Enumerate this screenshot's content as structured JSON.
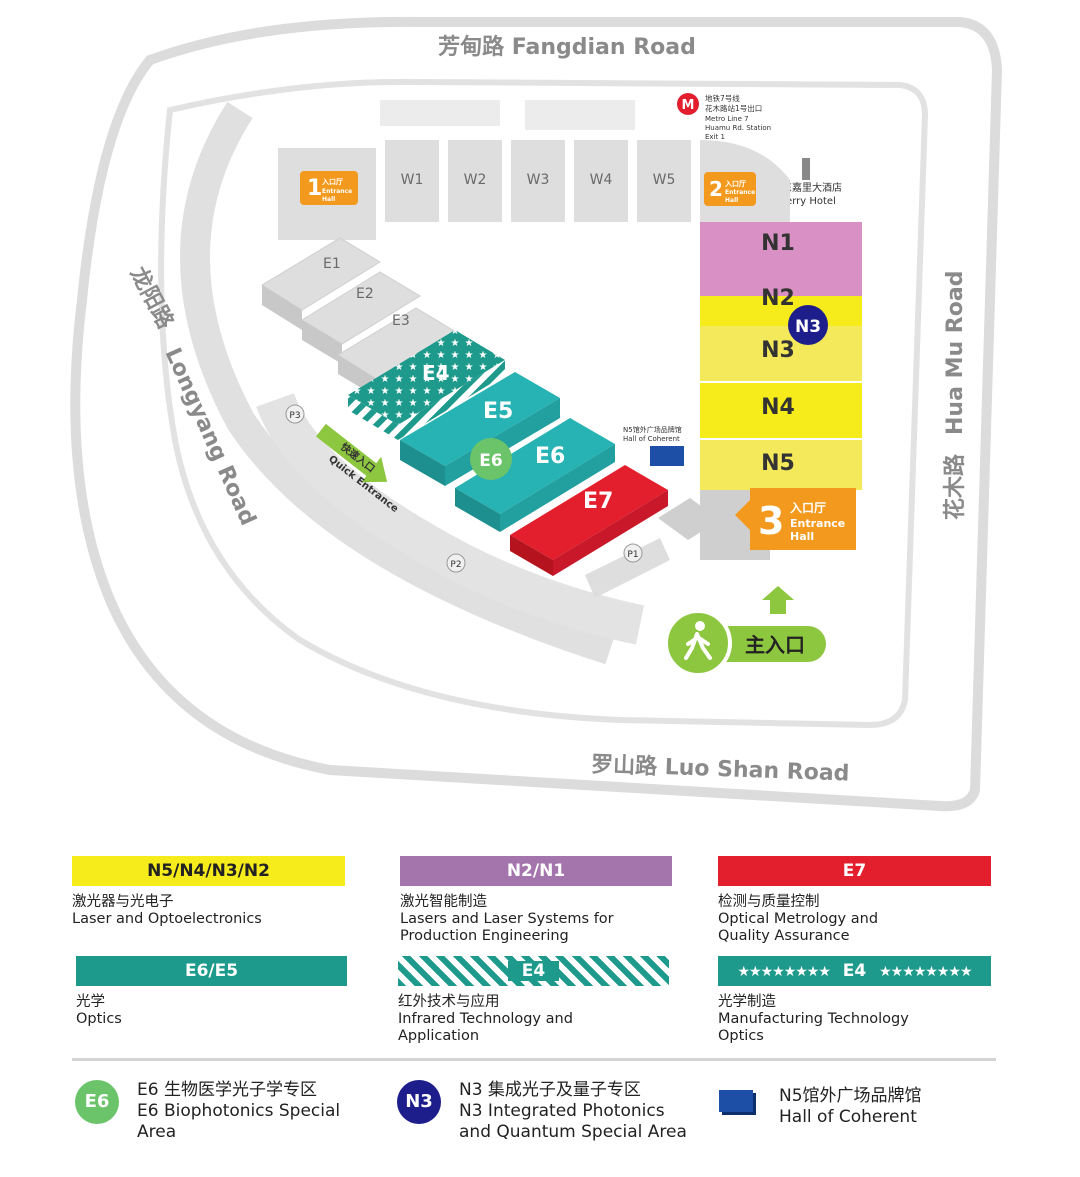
{
  "roads": {
    "top": "芳甸路  Fangdian Road",
    "bottom": "罗山路  Luo Shan Road",
    "left_cn": "龙阳路",
    "left_en": "Longyang Road",
    "right_cn": "花木路",
    "right_en": "Hua Mu Road"
  },
  "metro": {
    "line1": "地铁7号线",
    "line2": "花木路站1号出口",
    "line3": "Metro Line 7",
    "line4": "Huamu Rd. Station",
    "line5": "Exit 1"
  },
  "hotel": {
    "cn": "浦东嘉里大酒店",
    "en": "Kerry Hotel"
  },
  "entrances": {
    "e1": {
      "num": "1",
      "cn": "入口厅",
      "en1": "Entrance",
      "en2": "Hall"
    },
    "e2": {
      "num": "2",
      "cn": "入口厅",
      "en1": "Entrance",
      "en2": "Hall"
    },
    "e3": {
      "num": "3",
      "cn": "入口厅",
      "en1": "Entrance",
      "en2": "Hall"
    },
    "quick_cn": "快速入口",
    "quick_en": "Quick Entrance",
    "main": "主入口"
  },
  "halls": {
    "w": [
      "W1",
      "W2",
      "W3",
      "W4",
      "W5"
    ],
    "e_grey": [
      "E1",
      "E2",
      "E3"
    ],
    "e4": "E4",
    "e5": "E5",
    "e6": "E6",
    "e7": "E7",
    "n": [
      "N1",
      "N2",
      "N3",
      "N4",
      "N5"
    ],
    "e6_badge": "E6",
    "n3_badge": "N3"
  },
  "parking": [
    "P1",
    "P2",
    "P3"
  ],
  "coherent": {
    "cn": "N5馆外广场品牌馆",
    "en": "Hall of Coherent"
  },
  "colors": {
    "yellow": "#f6ec1c",
    "purple": "#a474ad",
    "red": "#e31e2d",
    "teal": "#1e9a8c",
    "teal_bright": "#27b3b3",
    "pink": "#d890c5",
    "orange": "#f39a1e",
    "lime": "#8dc63f",
    "navy": "#1d1d8c",
    "blue": "#1d4fa6",
    "green_circle": "#6cc46a"
  },
  "legend": [
    {
      "bar": "N5/N4/N3/N2",
      "lines": [
        "激光器与光电子",
        "Laser and Optoelectronics"
      ]
    },
    {
      "bar": "N2/N1",
      "lines": [
        "激光智能制造",
        "Lasers and Laser Systems for",
        "Production Engineering"
      ]
    },
    {
      "bar": "E7",
      "lines": [
        "检测与质量控制",
        "Optical Metrology and",
        "Quality Assurance"
      ]
    },
    {
      "bar": "E6/E5",
      "lines": [
        "光学",
        "Optics"
      ]
    },
    {
      "bar": "E4",
      "lines": [
        "红外技术与应用",
        "Infrared Technology and",
        "Application"
      ]
    },
    {
      "bar": "E4",
      "lines": [
        "光学制造",
        "Manufacturing Technology",
        "Optics"
      ]
    }
  ],
  "keys": [
    {
      "badge": "E6",
      "lines": [
        "E6 生物医学光子学专区",
        "E6 Biophotonics Special",
        "Area"
      ]
    },
    {
      "badge": "N3",
      "lines": [
        "N3 集成光子及量子专区",
        "N3 Integrated Photonics",
        "and Quantum Special Area"
      ]
    },
    {
      "lines": [
        "N5馆外广场品牌馆",
        "Hall of Coherent"
      ]
    }
  ]
}
